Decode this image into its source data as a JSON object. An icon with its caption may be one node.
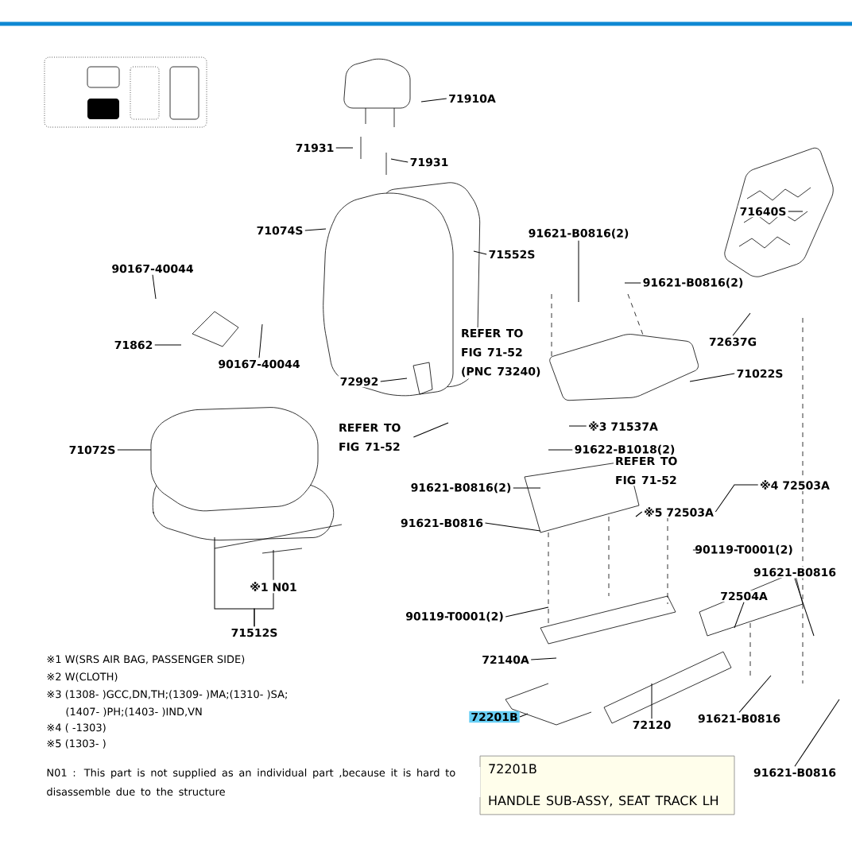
{
  "diagram": {
    "nodes": [
      {
        "text": [
          "71910A"
        ]
      },
      {
        "text": [
          "71931"
        ]
      },
      {
        "text": [
          "71931"
        ]
      },
      {
        "text": [
          "71074S"
        ]
      },
      {
        "text": [
          "71552S"
        ]
      },
      {
        "text": [
          "91621-B0816(2)"
        ]
      },
      {
        "text": [
          "91621-B0816(2)"
        ]
      },
      {
        "text": [
          "71640S"
        ]
      },
      {
        "text": [
          "90167-40044"
        ]
      },
      {
        "text": [
          "71862"
        ]
      },
      {
        "text": [
          "90167-40044"
        ]
      },
      {
        "text": [
          "72637G"
        ]
      },
      {
        "text": [
          "72992"
        ]
      },
      {
        "text": [
          "REFER TO FIG 71-52"
        ]
      },
      {
        "text": [
          "71022S"
        ]
      },
      {
        "text": [
          "※3 71537A"
        ]
      },
      {
        "text": [
          "71072S"
        ]
      },
      {
        "text": [
          "91622-B1018(2)"
        ]
      },
      {
        "text": [
          "※4 72503A"
        ]
      },
      {
        "text": [
          "91621-B0816(2)"
        ]
      },
      {
        "text": [
          "※5 72503A"
        ]
      },
      {
        "text": [
          "91621-B0816"
        ]
      },
      {
        "text": [
          "※1 N01"
        ]
      },
      {
        "text": [
          "71512S"
        ]
      },
      {
        "text": [
          "90119-T0001(2)"
        ]
      },
      {
        "text": [
          "72504A"
        ]
      },
      {
        "text": [
          "91621-B0816"
        ]
      },
      {
        "text": [
          "90119-T0001(2)"
        ]
      },
      {
        "text": [
          "72140A"
        ]
      },
      {
        "text": [
          "72201B"
        ]
      },
      {
        "text": [
          "72120"
        ]
      },
      {
        "text": [
          "91621-B0816"
        ]
      },
      {
        "text": [
          "91621-B0816"
        ]
      },
      {
        "text": [
          "72201B",
          "HANDLE SUB-ASSY, SEAT TRACK LH"
        ]
      }
    ],
    "edges": [
      {
        "from": 0,
        "to": null,
        "arrow": "none"
      },
      {
        "from": 1,
        "to": null,
        "arrow": "none"
      },
      {
        "from": 2,
        "to": null,
        "arrow": "none"
      },
      {
        "from": 3,
        "to": null,
        "arrow": "none"
      },
      {
        "from": 4,
        "to": null,
        "arrow": "none"
      },
      {
        "from": 5,
        "to": null,
        "arrow": "none"
      },
      {
        "from": 6,
        "to": null,
        "arrow": "none"
      },
      {
        "from": 7,
        "to": null,
        "arrow": "none"
      },
      {
        "from": 8,
        "to": null,
        "arrow": "none"
      },
      {
        "from": 9,
        "to": null,
        "arrow": "none"
      },
      {
        "from": 10,
        "to": null,
        "arrow": "none"
      },
      {
        "from": 11,
        "to": null,
        "arrow": "none"
      },
      {
        "from": 12,
        "to": null,
        "arrow": "none"
      },
      {
        "from": 13,
        "to": null,
        "arrow": "none"
      },
      {
        "from": 14,
        "to": null,
        "arrow": "none"
      },
      {
        "from": 15,
        "to": null,
        "arrow": "none"
      },
      {
        "from": 16,
        "to": null,
        "arrow": "none"
      },
      {
        "from": 17,
        "to": null,
        "arrow": "none"
      },
      {
        "from": 18,
        "to": 20,
        "arrow": "none"
      },
      {
        "from": 19,
        "to": null,
        "arrow": "none"
      },
      {
        "from": 20,
        "to": null,
        "arrow": "none"
      },
      {
        "from": 21,
        "to": null,
        "arrow": "none"
      },
      {
        "from": 22,
        "to": null,
        "arrow": "none"
      },
      {
        "from": 23,
        "to": null,
        "arrow": "none"
      },
      {
        "from": 23,
        "to": 22,
        "arrow": "none"
      },
      {
        "from": 24,
        "to": null,
        "arrow": "none"
      },
      {
        "from": 25,
        "to": null,
        "arrow": "none"
      },
      {
        "from": 26,
        "to": null,
        "arrow": "none"
      },
      {
        "from": 27,
        "to": null,
        "arrow": "none"
      },
      {
        "from": 28,
        "to": null,
        "arrow": "none"
      },
      {
        "from": 29,
        "to": null,
        "arrow": "none"
      },
      {
        "from": 30,
        "to": null,
        "arrow": "none"
      },
      {
        "from": 31,
        "to": null,
        "arrow": "none"
      },
      {
        "from": 32,
        "to": null,
        "arrow": "none"
      }
    ],
    "labels": [
      "REFER TO FIG 71-52 (PNC 73240)",
      "REFER TO FIG 71-52",
      "※1 W(SRS AIR BAG, PASSENGER SIDE)",
      "※2 W(CLOTH)",
      "※3 (1308- )GCC,DN,TH;(1309- )MA;(1310- )SA;",
      "(1407- )PH;(1403- )IND,VN",
      "※4 ( -1303)",
      "※5 (1303- )",
      "N01 : This part is not supplied as an individual part ,because it is hard to disassemble due to the structure"
    ]
  }
}
